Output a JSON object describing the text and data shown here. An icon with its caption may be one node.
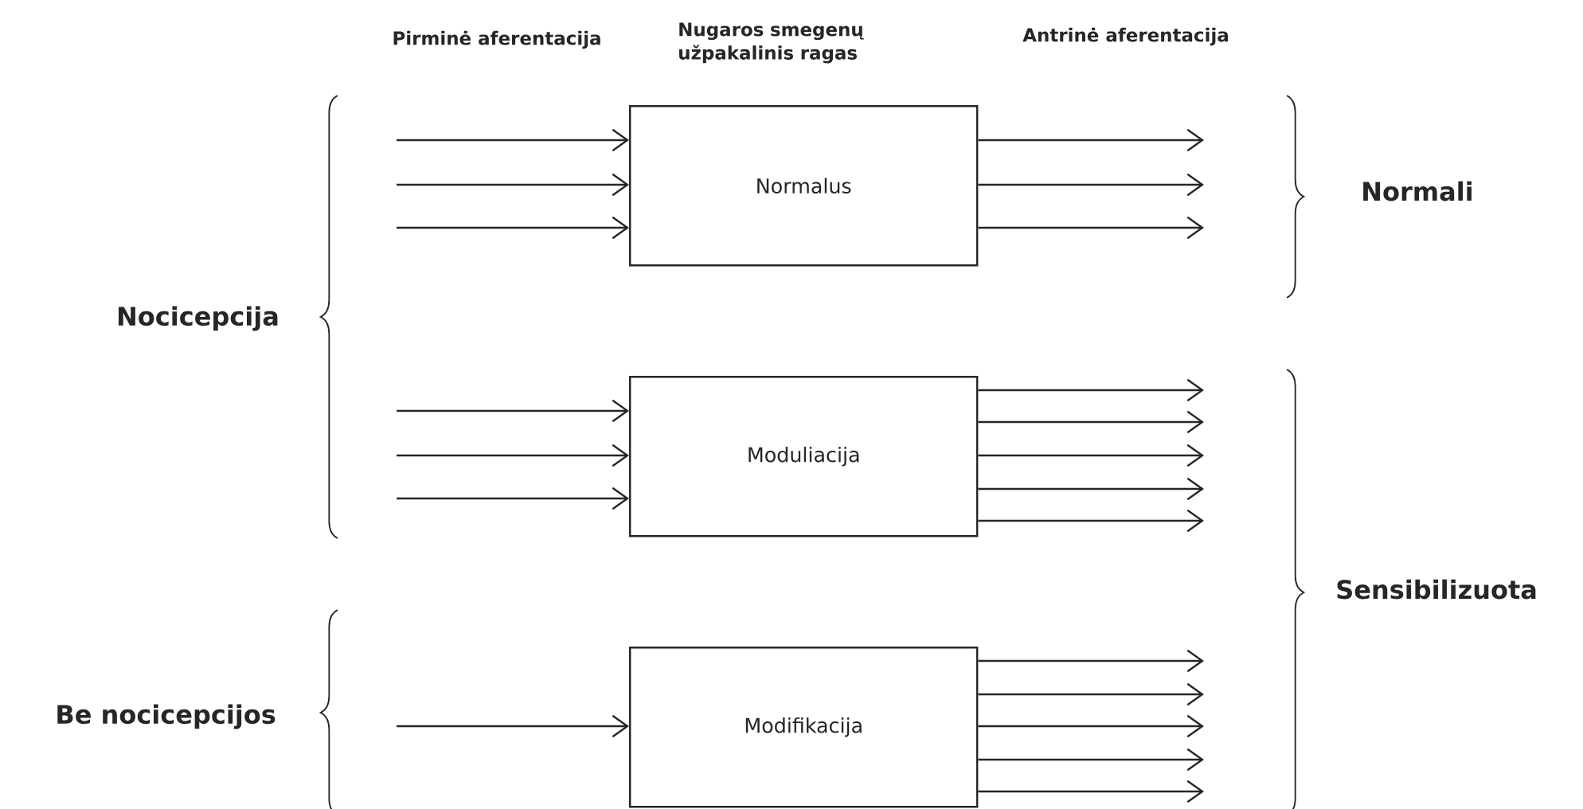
{
  "diagram": {
    "nodes": [
      {
        "text": [
          "Normalus"
        ]
      },
      {
        "text": [
          "Moduliacija"
        ]
      },
      {
        "text": [
          "Modifikacija"
        ]
      }
    ],
    "edges": [
      {
        "from": null,
        "to": 0,
        "arrow": "to"
      },
      {
        "from": null,
        "to": 0,
        "arrow": "to"
      },
      {
        "from": null,
        "to": 0,
        "arrow": "to"
      },
      {
        "from": 0,
        "to": null,
        "arrow": "to"
      },
      {
        "from": 0,
        "to": null,
        "arrow": "to"
      },
      {
        "from": 0,
        "to": null,
        "arrow": "to"
      },
      {
        "from": null,
        "to": 1,
        "arrow": "to"
      },
      {
        "from": null,
        "to": 1,
        "arrow": "to"
      },
      {
        "from": null,
        "to": 1,
        "arrow": "to"
      },
      {
        "from": 1,
        "to": null,
        "arrow": "to"
      },
      {
        "from": 1,
        "to": null,
        "arrow": "to"
      },
      {
        "from": 1,
        "to": null,
        "arrow": "to"
      },
      {
        "from": 1,
        "to": null,
        "arrow": "to"
      },
      {
        "from": 1,
        "to": null,
        "arrow": "to"
      },
      {
        "from": null,
        "to": 2,
        "arrow": "to"
      },
      {
        "from": 2,
        "to": null,
        "arrow": "to"
      },
      {
        "from": 2,
        "to": null,
        "arrow": "to"
      },
      {
        "from": 2,
        "to": null,
        "arrow": "to"
      },
      {
        "from": 2,
        "to": null,
        "arrow": "to"
      },
      {
        "from": 2,
        "to": null,
        "arrow": "to"
      }
    ],
    "labels": [
      "Pirminė aferentacija",
      "Nugaros smegenų užpakalinis ragas",
      "Antrinė aferentacija",
      "Normali",
      "Nocicepcija",
      "Sensibilizuota",
      "Be nocicepcijos"
    ]
  }
}
